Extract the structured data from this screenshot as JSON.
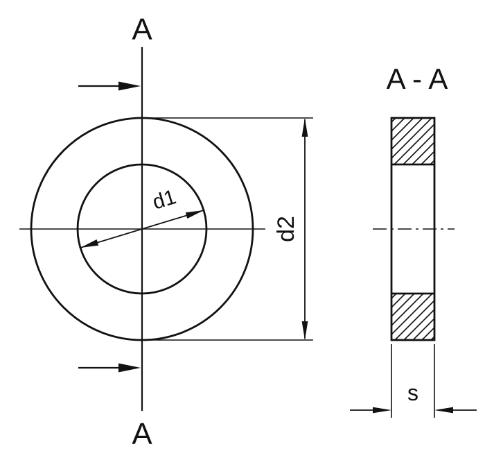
{
  "labels": {
    "section_marker_top": "A",
    "section_marker_bottom": "A",
    "section_view_title": "A - A",
    "inner_diameter": "d1",
    "outer_diameter": "d2",
    "thickness": "s"
  },
  "colors": {
    "line": "#121212",
    "background": "#ffffff"
  }
}
